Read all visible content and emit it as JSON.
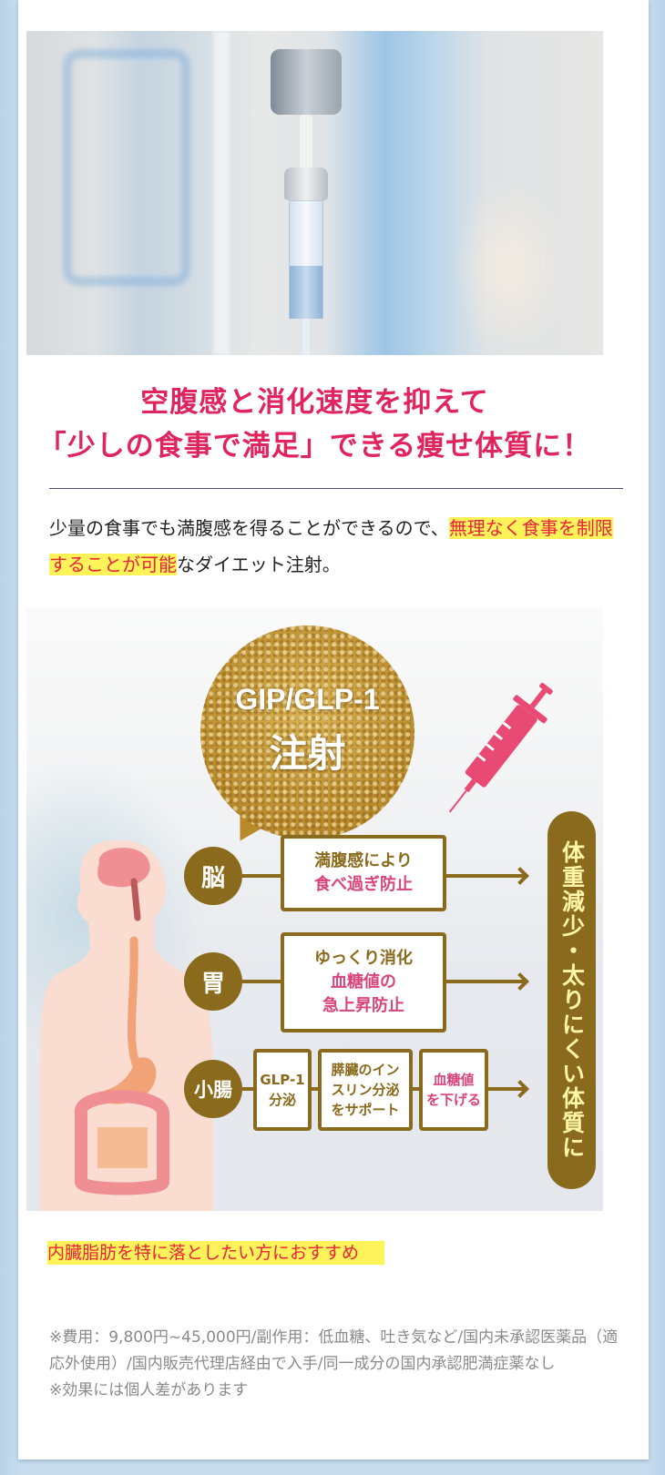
{
  "hero": {
    "image_alt": "IV drip chamber photo"
  },
  "headline": {
    "line1": "空腹感と消化速度を抑えて",
    "line2": "「少しの食事で満足」できる痩せ体質に！"
  },
  "lead": {
    "part1": "少量の食事でも満腹感を得ることができるので、",
    "highlight": "無理なく食事を制限することが可能",
    "part2": "なダイエット注射。"
  },
  "diagram": {
    "bubble": {
      "line1": "GIP/GLP-1",
      "line2": "注射"
    },
    "colors": {
      "gold": "#8a6a1c",
      "pink": "#d8457c",
      "syringe": "#e84a74",
      "result_text": "#fff6a8"
    },
    "organs": [
      {
        "label": "脳",
        "boxes": [
          {
            "gold": "満腹感により",
            "pink": "食べ過ぎ防止"
          }
        ]
      },
      {
        "label": "胃",
        "boxes": [
          {
            "gold": "ゆっくり消化",
            "pink": "血糖値の\n急上昇防止"
          }
        ]
      },
      {
        "label": "小腸",
        "boxes": [
          {
            "gold": "GLP-1\n分泌",
            "pink": ""
          },
          {
            "gold": "膵臓のイン\nスリン分泌\nをサポート",
            "pink": ""
          },
          {
            "gold": "",
            "pink": "血糖値\nを下げる"
          }
        ]
      }
    ],
    "result": "体重減少・太りにくい体質に"
  },
  "recommend": "内臓脂肪を特に落としたい方におすすめ",
  "notes": {
    "line1": "※費用：9,800円~45,000円/副作用：低血糖、吐き気など/国内未承認医薬品（適応外使用）/国内販売代理店経由で入手/同一成分の国内承認肥満症薬なし",
    "line2": "※効果には個人差があります"
  }
}
